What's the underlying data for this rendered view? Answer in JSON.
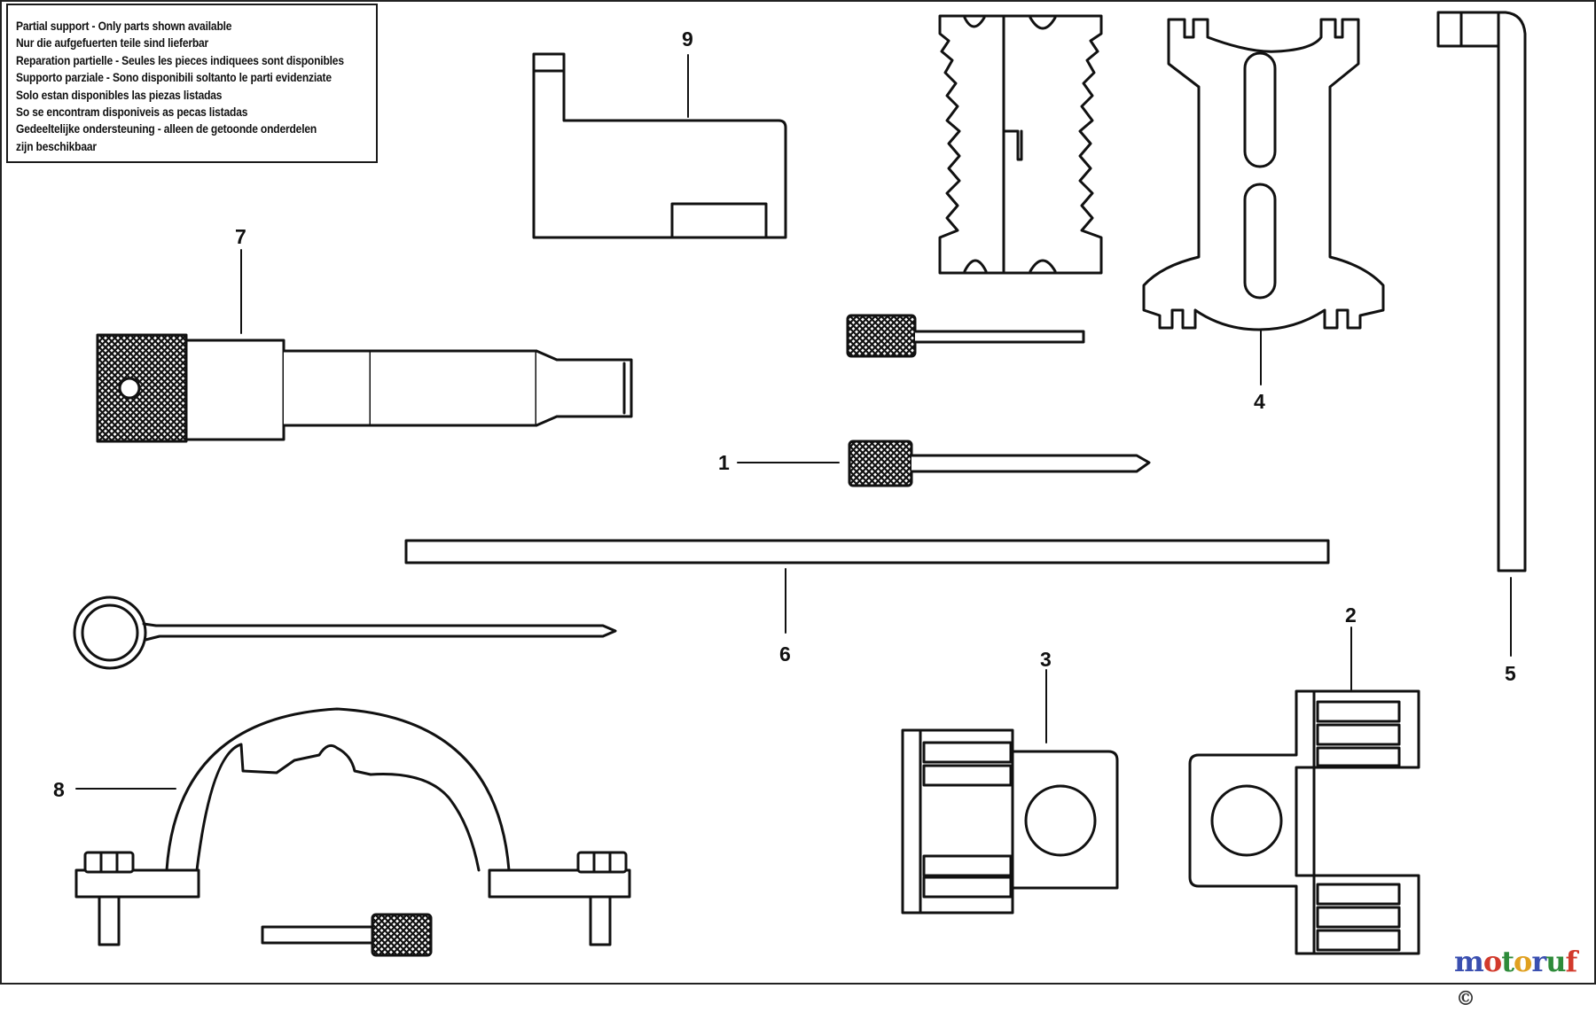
{
  "notice": {
    "lines": [
      "Partial support - Only parts shown available",
      "Nur die aufgefuerten teile sind lieferbar",
      "Reparation partielle - Seules les pieces indiquees sont disponibles",
      "Supporto parziale - Sono disponibili soltanto le parti evidenziate",
      "Solo estan disponibles las piezas listadas",
      "So se encontram disponiveis as pecas listadas",
      "Gedeeltelijke ondersteuning - alleen de getoonde onderdelen",
      "zijn beschikbaar"
    ]
  },
  "callouts": {
    "c1": "1",
    "c2": "2",
    "c3": "3",
    "c4": "4",
    "c5": "5",
    "c6": "6",
    "c7": "7",
    "c8": "8",
    "c9": "9"
  },
  "brand": {
    "letters": [
      "m",
      "o",
      "t",
      "o",
      "r",
      "u",
      "f"
    ],
    "colors": [
      "#3a4fb0",
      "#d23a2c",
      "#2e8b3a",
      "#e0a020",
      "#3a4fb0",
      "#2e8b3a",
      "#d23a2c"
    ],
    "symbol": "©"
  }
}
